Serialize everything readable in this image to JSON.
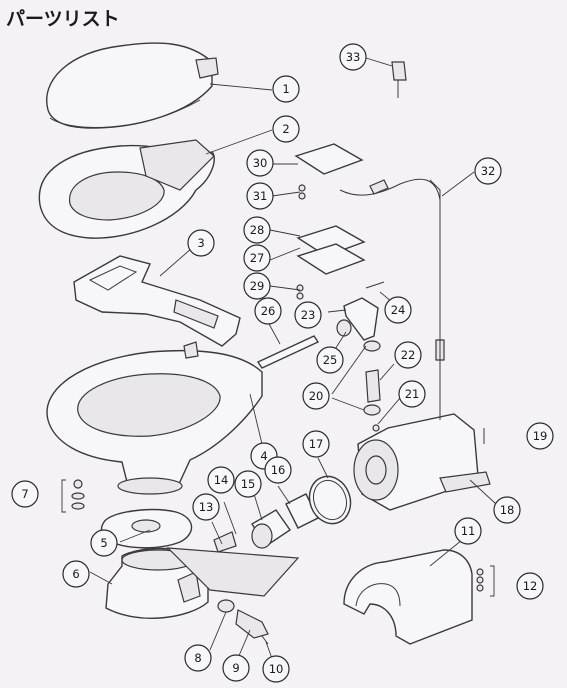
{
  "title": "パーツリスト",
  "callouts": [
    {
      "label": "1"
    },
    {
      "label": "2"
    },
    {
      "label": "3"
    },
    {
      "label": "4"
    },
    {
      "label": "5"
    },
    {
      "label": "6"
    },
    {
      "label": "7"
    },
    {
      "label": "8"
    },
    {
      "label": "9"
    },
    {
      "label": "10"
    },
    {
      "label": "11"
    },
    {
      "label": "12"
    },
    {
      "label": "13"
    },
    {
      "label": "14"
    },
    {
      "label": "15"
    },
    {
      "label": "16"
    },
    {
      "label": "17"
    },
    {
      "label": "18"
    },
    {
      "label": "19"
    },
    {
      "label": "20"
    },
    {
      "label": "21"
    },
    {
      "label": "22"
    },
    {
      "label": "23"
    },
    {
      "label": "24"
    },
    {
      "label": "25"
    },
    {
      "label": "26"
    },
    {
      "label": "27"
    },
    {
      "label": "28"
    },
    {
      "label": "29"
    },
    {
      "label": "30"
    },
    {
      "label": "31"
    },
    {
      "label": "32"
    },
    {
      "label": "33"
    }
  ]
}
